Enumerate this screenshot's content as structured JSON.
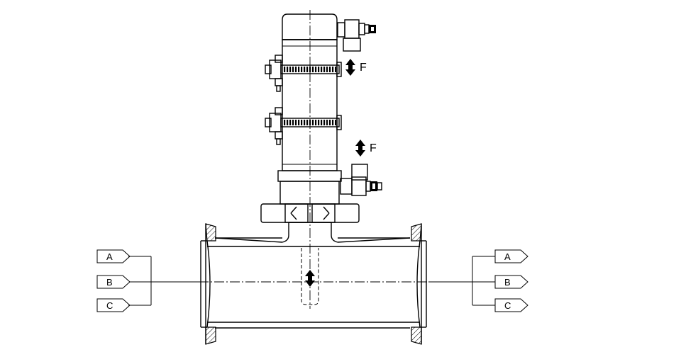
{
  "diagram": {
    "force_label": "F",
    "left_tags": [
      "A",
      "B",
      "C"
    ],
    "right_tags": [
      "A",
      "B",
      "C"
    ]
  }
}
